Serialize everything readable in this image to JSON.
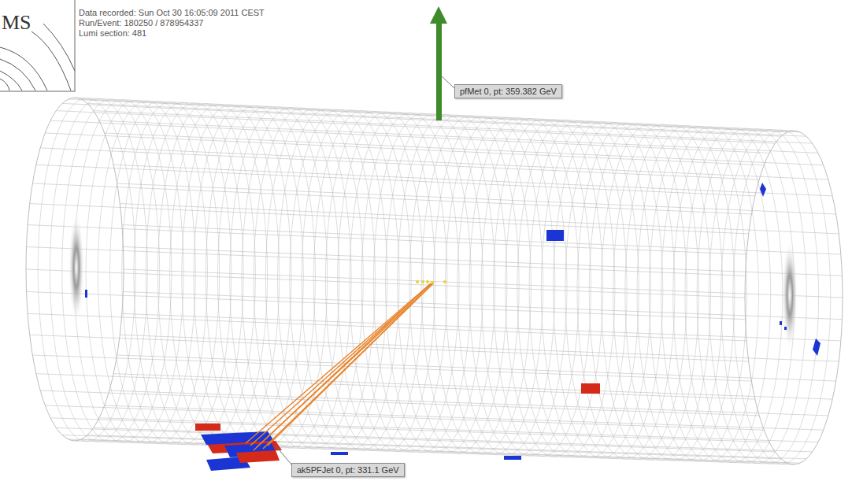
{
  "diagram": {
    "nodes": [
      {
        "text": [
          "pfMet 0, pt: 359.382 GeV"
        ]
      },
      {
        "text": [
          "ak5PFJet 0, pt: 331.1 GeV"
        ]
      }
    ],
    "labels": [
      "MS",
      "Data recorded: Sun Oct 30 16:05:09 2011 CEST",
      "Run/Event: 180250 / 878954337",
      "Lumi section: 481"
    ]
  }
}
